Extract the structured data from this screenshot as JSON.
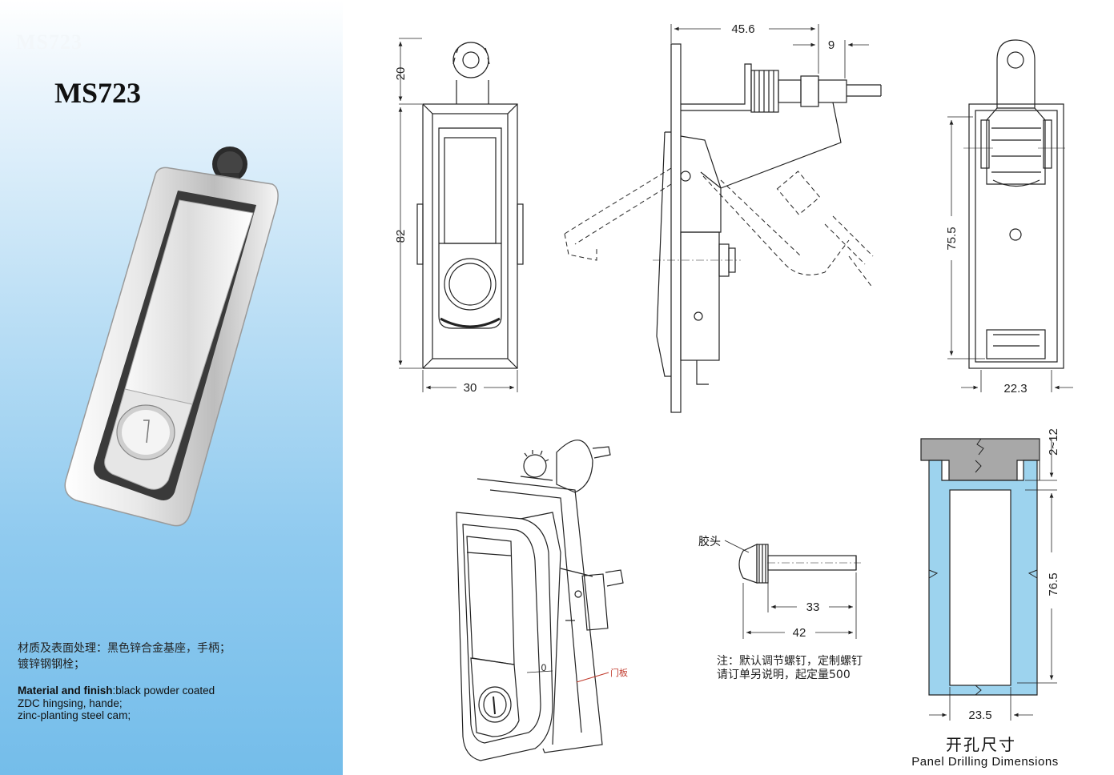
{
  "product": {
    "watermark": "MS723",
    "model": "MS723"
  },
  "material": {
    "zh_line1": "材质及表面处理：黑色锌合金基座，手柄；",
    "zh_line2": "镀锌钢钢栓；",
    "en_heading": "Material and finish",
    "en_line1": ":black powder coated",
    "en_line2": "ZDC hingsing, hande;",
    "en_line3": "zinc-planting steel cam;"
  },
  "dimensions": {
    "front_height_top": "20",
    "front_height": "82",
    "front_width": "30",
    "side_depth": "45.6",
    "side_offset": "9",
    "back_height": "75.5",
    "back_width": "22.3",
    "screw_thread": "33",
    "screw_total": "42",
    "cutout_thickness": "2~12",
    "cutout_height": "76.5",
    "cutout_width": "23.5",
    "perspective_zero": "0"
  },
  "labels": {
    "rubber_head": "胶头",
    "door_panel": "门板",
    "note_line1": "注：默认调节螺钉，定制螺钉",
    "note_line2": "请订单另说明，起定量500",
    "panel_drilling_zh": "开孔尺寸",
    "panel_drilling_en": "Panel Drilling Dimensions"
  },
  "colors": {
    "cutout_fill": "#9dd3ee",
    "panel_gray": "#a8a8a8",
    "line": "#222222",
    "door_label": "#c0392b"
  }
}
